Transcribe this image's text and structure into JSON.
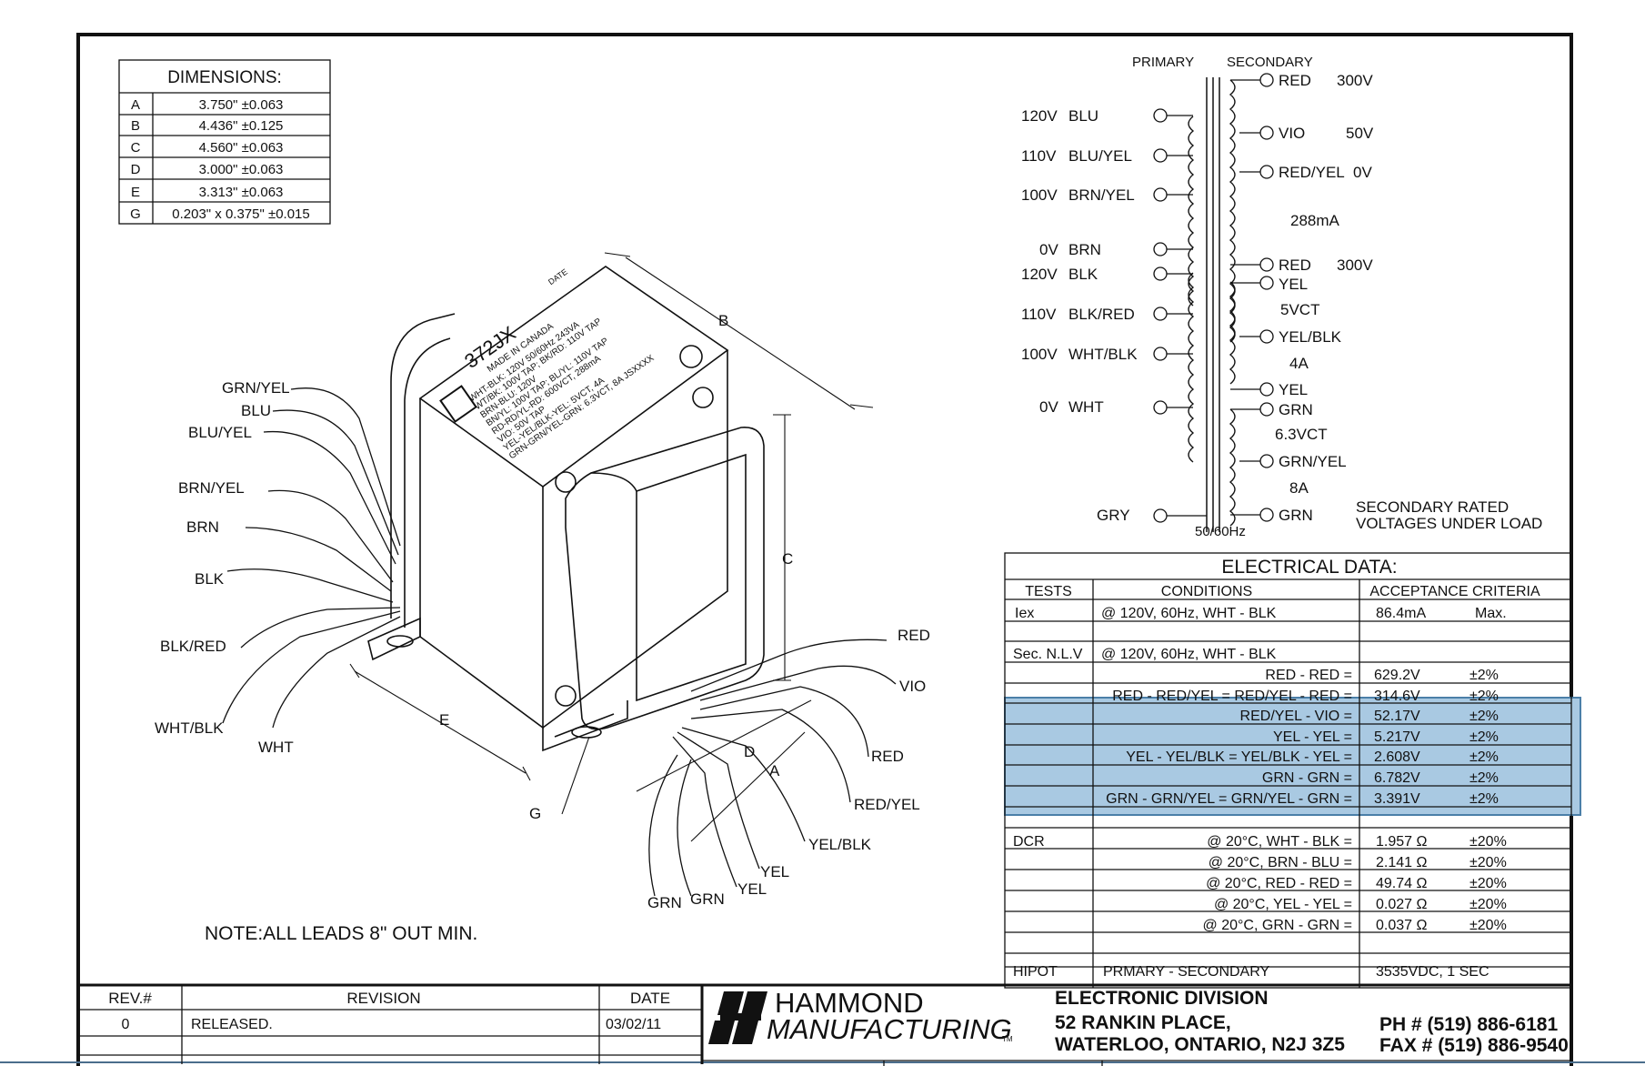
{
  "dimensions": {
    "title": "DIMENSIONS:",
    "rows": [
      {
        "key": "A",
        "value": "3.750\"  ±0.063"
      },
      {
        "key": "B",
        "value": "4.436\"  ±0.125"
      },
      {
        "key": "C",
        "value": "4.560\"  ±0.063"
      },
      {
        "key": "D",
        "value": "3.000\"  ±0.063"
      },
      {
        "key": "E",
        "value": "3.313\"  ±0.063"
      },
      {
        "key": "G",
        "value": "0.203\" x 0.375\"  ±0.015"
      }
    ]
  },
  "schematic": {
    "primary_header": "PRIMARY",
    "secondary_header": "SECONDARY",
    "primary_taps": [
      {
        "voltage": "120V",
        "color": "BLU"
      },
      {
        "voltage": "110V",
        "color": "BLU/YEL"
      },
      {
        "voltage": "100V",
        "color": "BRN/YEL"
      },
      {
        "voltage": "0V",
        "color": "BRN"
      },
      {
        "voltage": "120V",
        "color": "BLK"
      },
      {
        "voltage": "110V",
        "color": "BLK/RED"
      },
      {
        "voltage": "100V",
        "color": "WHT/BLK"
      },
      {
        "voltage": "0V",
        "color": "WHT"
      }
    ],
    "ground_lead": "GRY",
    "frequency": "50/60Hz",
    "secondary_leads": [
      "RED",
      "VIO",
      "RED/YEL",
      "RED",
      "YEL",
      "YEL/BLK",
      "YEL",
      "GRN",
      "GRN/YEL",
      "GRN"
    ],
    "hv_volts": [
      "300V",
      "50V",
      "0V",
      "300V"
    ],
    "hv_current": "288mA",
    "fil1_voltage": "5VCT",
    "fil1_current": "4A",
    "fil2_voltage": "6.3VCT",
    "fil2_current": "8A",
    "note": [
      "SECONDARY RATED",
      "VOLTAGES UNDER LOAD"
    ]
  },
  "drawing": {
    "part_number": "372JX",
    "made_in": "MADE IN CANADA",
    "date_label": "DATE",
    "label_lines": [
      "WHT-BLK: 120V 50/60Hz 243VA",
      "WT/BK: 100V TAP; BK/RD: 110V TAP",
      "BRN-BLU: 120V",
      "BN/YL: 100V TAP; BL/YL: 110V TAP",
      "RD-RD/YL-RD: 600VCT, 288mA",
      "VIO: 50V TAP",
      "YEL-YEL/BLK-YEL: 5VCT, 4A",
      "GRN-GRN/YEL-GRN: 6.3VCT, 8A JSXXXX"
    ],
    "left_leads": [
      "GRN/YEL",
      "BLU",
      "BLU/YEL",
      "BRN/YEL",
      "BRN",
      "BLK",
      "BLK/RED",
      "WHT/BLK",
      "WHT"
    ],
    "right_leads": [
      "RED",
      "VIO",
      "RED",
      "RED/YEL",
      "YEL/BLK",
      "YEL",
      "YEL",
      "GRN",
      "GRN"
    ],
    "dim_letters": [
      "A",
      "B",
      "C",
      "D",
      "E",
      "G"
    ],
    "note": "NOTE:ALL LEADS 8\" OUT MIN."
  },
  "electrical": {
    "title": "ELECTRICAL DATA:",
    "headers": [
      "TESTS",
      "CONDITIONS",
      "ACCEPTANCE CRITERIA"
    ],
    "iex": {
      "test": "Iex",
      "condition": "@ 120V, 60Hz, WHT - BLK",
      "value": "86.4mA",
      "criteria": "Max."
    },
    "snlv": {
      "test": "Sec. N.L.V",
      "condition": "@ 120V, 60Hz, WHT - BLK"
    },
    "nlv_rows": [
      {
        "condition": "RED - RED =",
        "value": "629.2V",
        "tol": "±2%"
      },
      {
        "condition": "RED - RED/YEL = RED/YEL - RED =",
        "value": "314.6V",
        "tol": "±2%"
      },
      {
        "condition": "RED/YEL - VIO =",
        "value": "52.17V",
        "tol": "±2%"
      },
      {
        "condition": "YEL - YEL =",
        "value": "5.217V",
        "tol": "±2%"
      },
      {
        "condition": "YEL - YEL/BLK = YEL/BLK - YEL =",
        "value": "2.608V",
        "tol": "±2%"
      },
      {
        "condition": "GRN - GRN =",
        "value": "6.782V",
        "tol": "±2%"
      },
      {
        "condition": "GRN - GRN/YEL = GRN/YEL - GRN =",
        "value": "3.391V",
        "tol": "±2%"
      }
    ],
    "dcr_test": "DCR",
    "dcr_rows": [
      {
        "condition": "@ 20°C, WHT - BLK =",
        "value": "1.957 Ω",
        "tol": "±20%"
      },
      {
        "condition": "@ 20°C, BRN - BLU =",
        "value": "2.141 Ω",
        "tol": "±20%"
      },
      {
        "condition": "@ 20°C, RED - RED =",
        "value": "49.74 Ω",
        "tol": "±20%"
      },
      {
        "condition": "@ 20°C, YEL - YEL =",
        "value": "0.027 Ω",
        "tol": "±20%"
      },
      {
        "condition": "@ 20°C, GRN - GRN =",
        "value": "0.037 Ω",
        "tol": "±20%"
      }
    ],
    "hipot": {
      "test": "HIPOT",
      "condition": "PRMARY - SECONDARY",
      "value": "3535VDC, 1 SEC"
    }
  },
  "revision": {
    "headers": [
      "REV.#",
      "REVISION",
      "DATE"
    ],
    "rows": [
      {
        "rev": "0",
        "desc": "RELEASED.",
        "date": "03/02/11"
      }
    ]
  },
  "company": {
    "name1": "HAMMOND",
    "name2": "MANUFACTURING",
    "tm": "TM",
    "division": "ELECTRONIC DIVISION",
    "address1": "52 RANKIN PLACE,",
    "address2": "WATERLOO, ONTARIO, N2J 3Z5",
    "phone": "PH  # (519) 886-6181",
    "fax": "FAX # (519) 886-9540"
  },
  "colors": {
    "highlight_fill": "#a9c9e2",
    "highlight_stroke": "#4b7fa8",
    "ink": "#111111"
  }
}
